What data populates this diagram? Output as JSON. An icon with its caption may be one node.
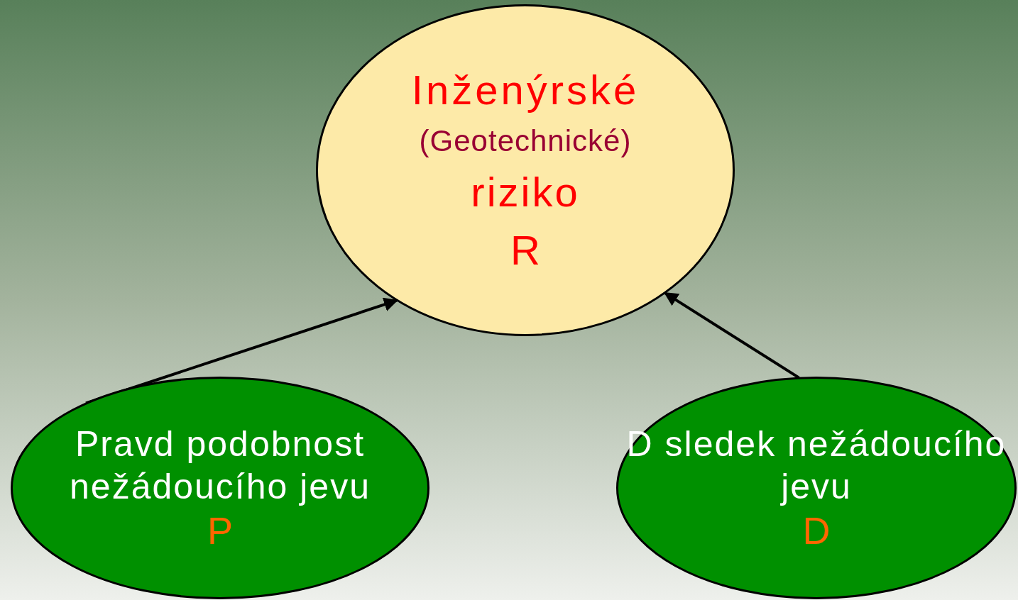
{
  "diagram": {
    "nodes": [
      {
        "text": [
          "Inženýrské",
          "(Geotechnické)",
          "riziko",
          "R"
        ]
      },
      {
        "text": [
          "Pravd podobnost nežádoucího jevu",
          "P"
        ]
      },
      {
        "text": [
          "D sledek nežádoucího jevu",
          "D"
        ]
      }
    ],
    "edges": [
      {
        "from": 1,
        "to": 0,
        "arrow": "to"
      },
      {
        "from": 2,
        "to": 0,
        "arrow": "to"
      }
    ]
  }
}
